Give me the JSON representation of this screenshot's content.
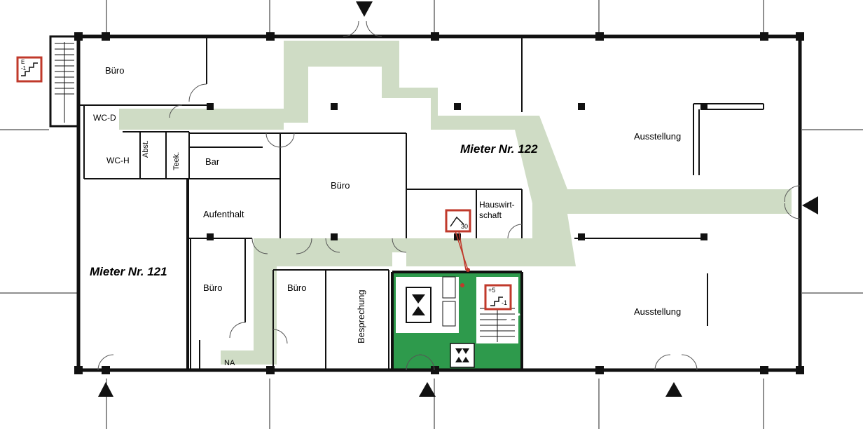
{
  "rooms": {
    "buero_top_left": "Büro",
    "wc_d": "WC-D",
    "wc_h": "WC-H",
    "abst": "Abst.",
    "teek": "Teek.",
    "bar": "Bar",
    "aufenthalt": "Aufenthalt",
    "buero_center": "Büro",
    "hauswirtschaft_line1": "Hauswirt-",
    "hauswirtschaft_line2": "schaft",
    "buero_lower_left": "Büro",
    "buero_lower_mid": "Büro",
    "besprechung": "Besprechung",
    "ausstellung_top": "Ausstellung",
    "ausstellung_bottom": "Ausstellung",
    "na": "NA"
  },
  "tenants": {
    "tenant_121": "Mieter Nr. 121",
    "tenant_122": "Mieter Nr. 122"
  },
  "signs": {
    "stair_sign_top": "E\n-1",
    "fire_door_label": "30",
    "stair_sign_core_top": "+5",
    "stair_sign_core_bottom": "-1"
  },
  "colors": {
    "escape_route": "#cfdcc5",
    "stair_core": "#2e9a4c",
    "sign_red": "#c0392b",
    "walls": "#111111"
  }
}
